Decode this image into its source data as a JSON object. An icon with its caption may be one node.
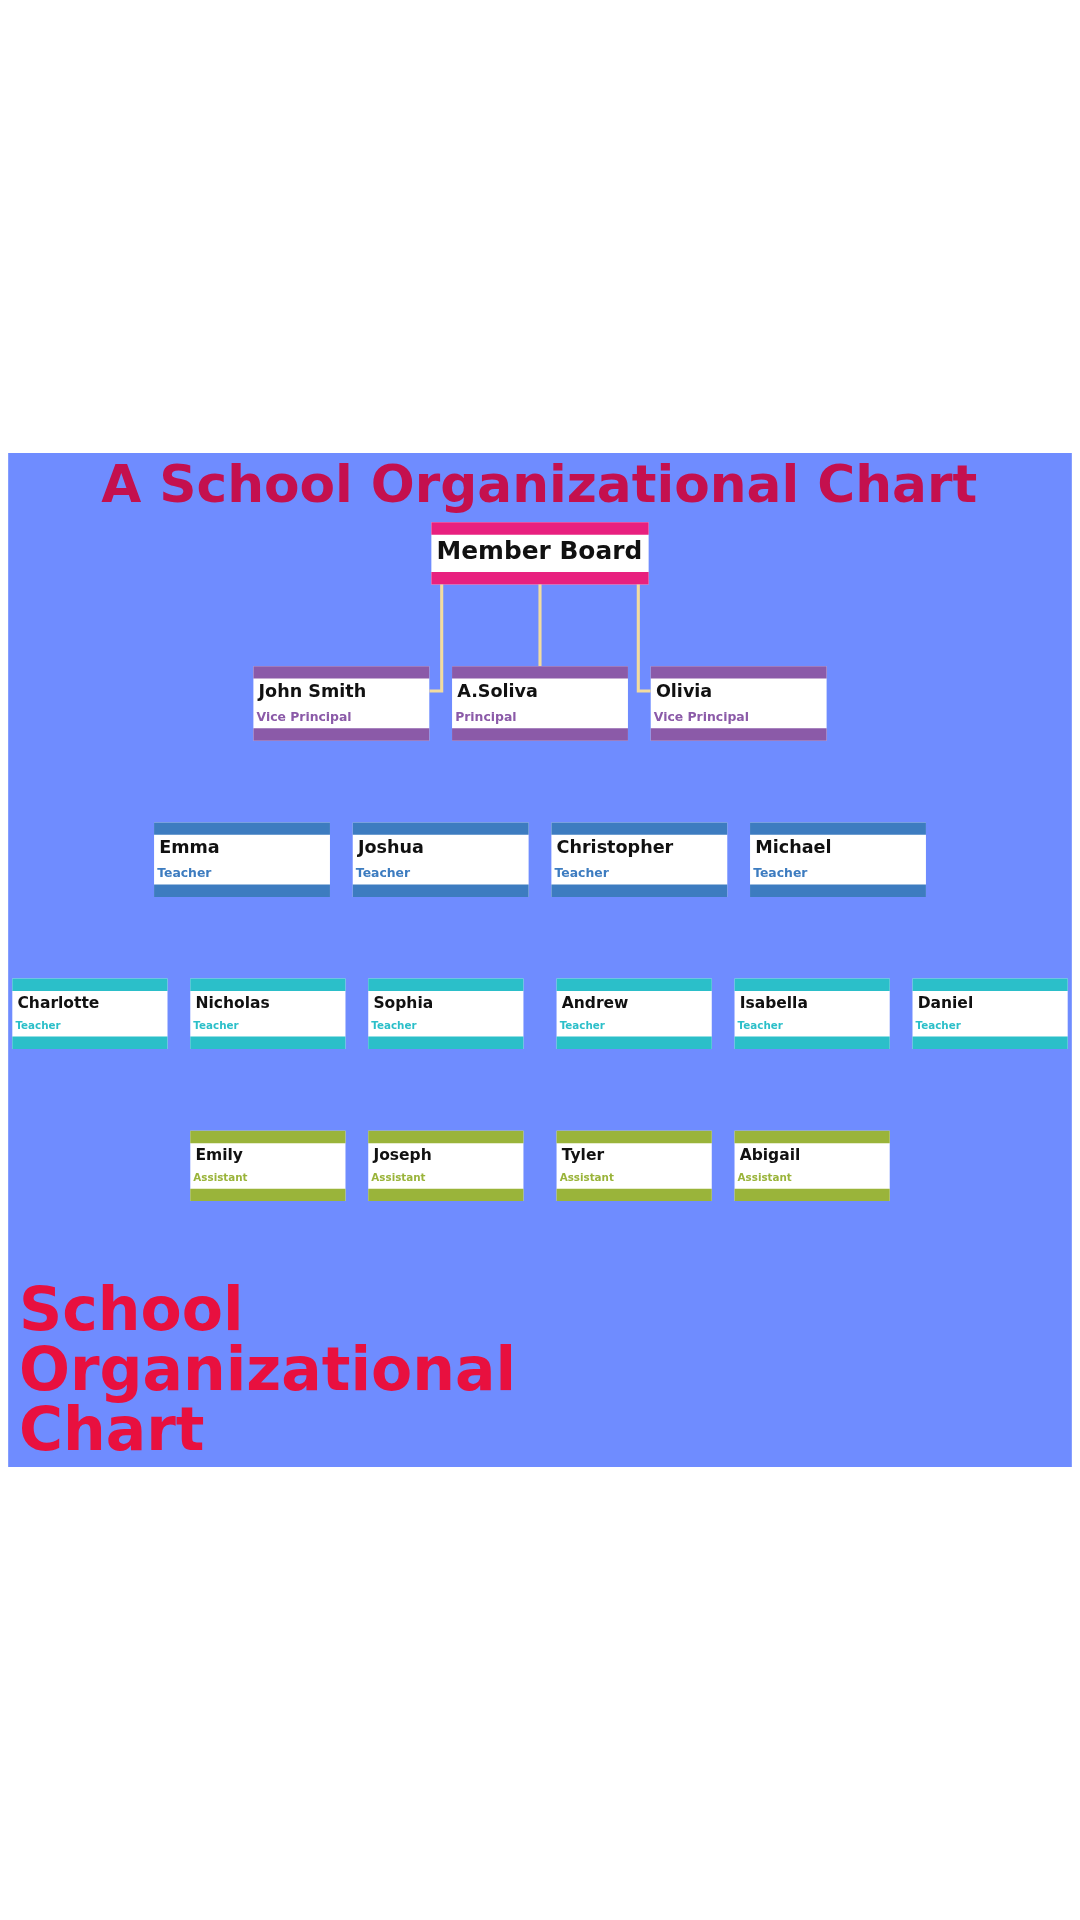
{
  "diagram": {
    "title": "A School Organizational Chart",
    "caption": "School Organizational Chart",
    "nodes": [
      {
        "text": [
          "Member Board"
        ]
      },
      {
        "text": [
          "John Smith",
          "Vice Principal"
        ]
      },
      {
        "text": [
          "A.Soliva",
          "Principal"
        ]
      },
      {
        "text": [
          "Olivia",
          "Vice Principal"
        ]
      },
      {
        "text": [
          "Emma",
          "Teacher"
        ]
      },
      {
        "text": [
          "Joshua",
          "Teacher"
        ]
      },
      {
        "text": [
          "Christopher",
          "Teacher"
        ]
      },
      {
        "text": [
          "Michael",
          "Teacher"
        ]
      },
      {
        "text": [
          "Charlotte",
          "Teacher"
        ]
      },
      {
        "text": [
          "Nicholas",
          "Teacher"
        ]
      },
      {
        "text": [
          "Sophia",
          "Teacher"
        ]
      },
      {
        "text": [
          "Andrew",
          "Teacher"
        ]
      },
      {
        "text": [
          "Isabella",
          "Teacher"
        ]
      },
      {
        "text": [
          "Daniel",
          "Teacher"
        ]
      },
      {
        "text": [
          "Emily",
          "Assistant"
        ]
      },
      {
        "text": [
          "Joseph",
          "Assistant"
        ]
      },
      {
        "text": [
          "Tyler",
          "Assistant"
        ]
      },
      {
        "text": [
          "Abigail",
          "Assistant"
        ]
      }
    ],
    "edges": [
      {
        "from": 0,
        "to": 1,
        "arrow": "none"
      },
      {
        "from": 0,
        "to": 2,
        "arrow": "none"
      },
      {
        "from": 0,
        "to": 3,
        "arrow": "none"
      }
    ]
  }
}
